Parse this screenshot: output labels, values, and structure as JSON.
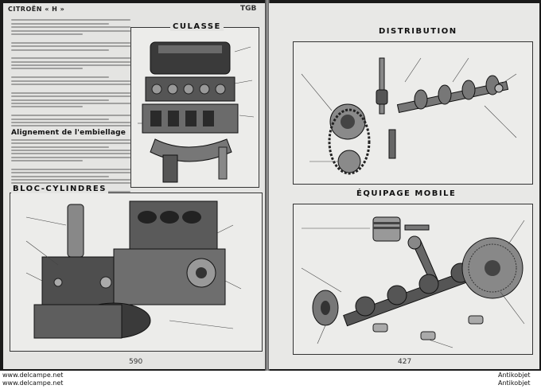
{
  "left_page": {
    "running_head": "CITROËN « H »",
    "corner_number": "TGB",
    "paragraph_heading": "Alignement de l'embiellage",
    "figure_culasse_title": "CULASSE",
    "figure_bloc_title": "BLOC-CYLINDRES",
    "page_number": "590"
  },
  "right_page": {
    "figure_distribution_title": "DISTRIBUTION",
    "figure_equipage_title": "ÉQUIPAGE MOBILE",
    "page_number": "427"
  },
  "footer": {
    "left_line_1": "www.delcampe.net",
    "left_line_2": "www.delcampe.net",
    "right_line_1": "Antikobjet",
    "right_line_2": "Antikobjet"
  }
}
